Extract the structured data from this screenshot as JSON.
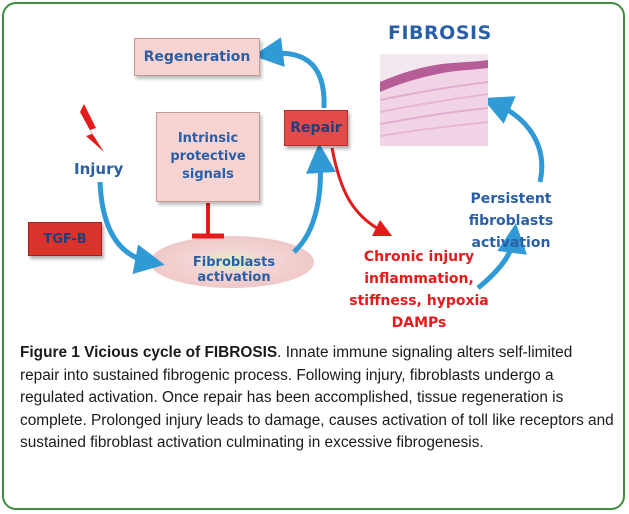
{
  "diagram": {
    "regeneration": "Regeneration",
    "intrinsic": [
      "Intrinsic",
      "protective",
      "signals"
    ],
    "repair": "Repair",
    "injury": "Injury",
    "tgf": "TGF-B",
    "fibroblasts_activation": "Fibroblasts activation",
    "fibrosis_title": "FIBROSIS",
    "persistent": [
      "Persistent fibroblasts",
      "activation"
    ],
    "chronic": [
      "Chronic injury",
      "inflammation,",
      "stiffness, hypoxia",
      "DAMPs"
    ]
  },
  "caption": {
    "title": "Figure 1 Vicious cycle of FIBROSIS",
    "text": ". Innate immune signaling alters self-limited repair into sustained fibrogenic process. Following injury, fibroblasts undergo a regulated activation. Once repair has been accomplished, tissue regeneration is complete. Prolonged injury leads to damage, causes activation of toll like receptors and sustained fibroblast activation culminating in excessive fibrogenesis."
  },
  "colors": {
    "frame": "#3f8e3f",
    "arrow_blue": "#2f9ad6",
    "arrow_red": "#e31b1b",
    "box_pink": "#f7d4d2",
    "box_red": "#e34a4a",
    "text_blue": "#2a5fa6"
  }
}
